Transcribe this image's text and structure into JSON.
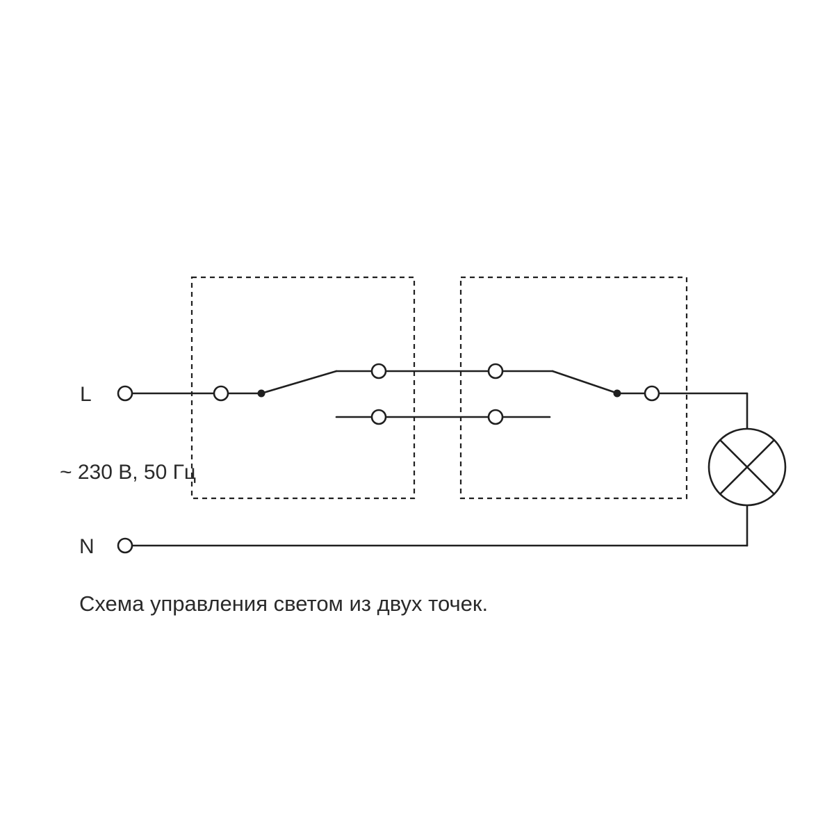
{
  "diagram": {
    "type": "wiring-diagram",
    "caption": "Схема управления светом из двух точек.",
    "labels": {
      "phase": "L",
      "neutral": "N",
      "voltage": "~ 230 В, 50 Гц"
    },
    "colors": {
      "ink": "#1f1f1f",
      "background": "#ffffff"
    },
    "components": [
      {
        "name": "switch-1",
        "kind": "two-way-switch",
        "enclosure": "dashed-box",
        "position": "left"
      },
      {
        "name": "switch-2",
        "kind": "two-way-switch",
        "enclosure": "dashed-box",
        "position": "right"
      },
      {
        "name": "lamp",
        "kind": "lamp-circle-cross"
      }
    ],
    "connections": [
      "L terminal -> switch-1 common contact",
      "switch-1 traveler-top -> switch-2 traveler-top",
      "switch-1 traveler-bottom -> switch-2 traveler-bottom (open)",
      "switch-2 common contact -> lamp",
      "lamp -> N terminal"
    ]
  }
}
